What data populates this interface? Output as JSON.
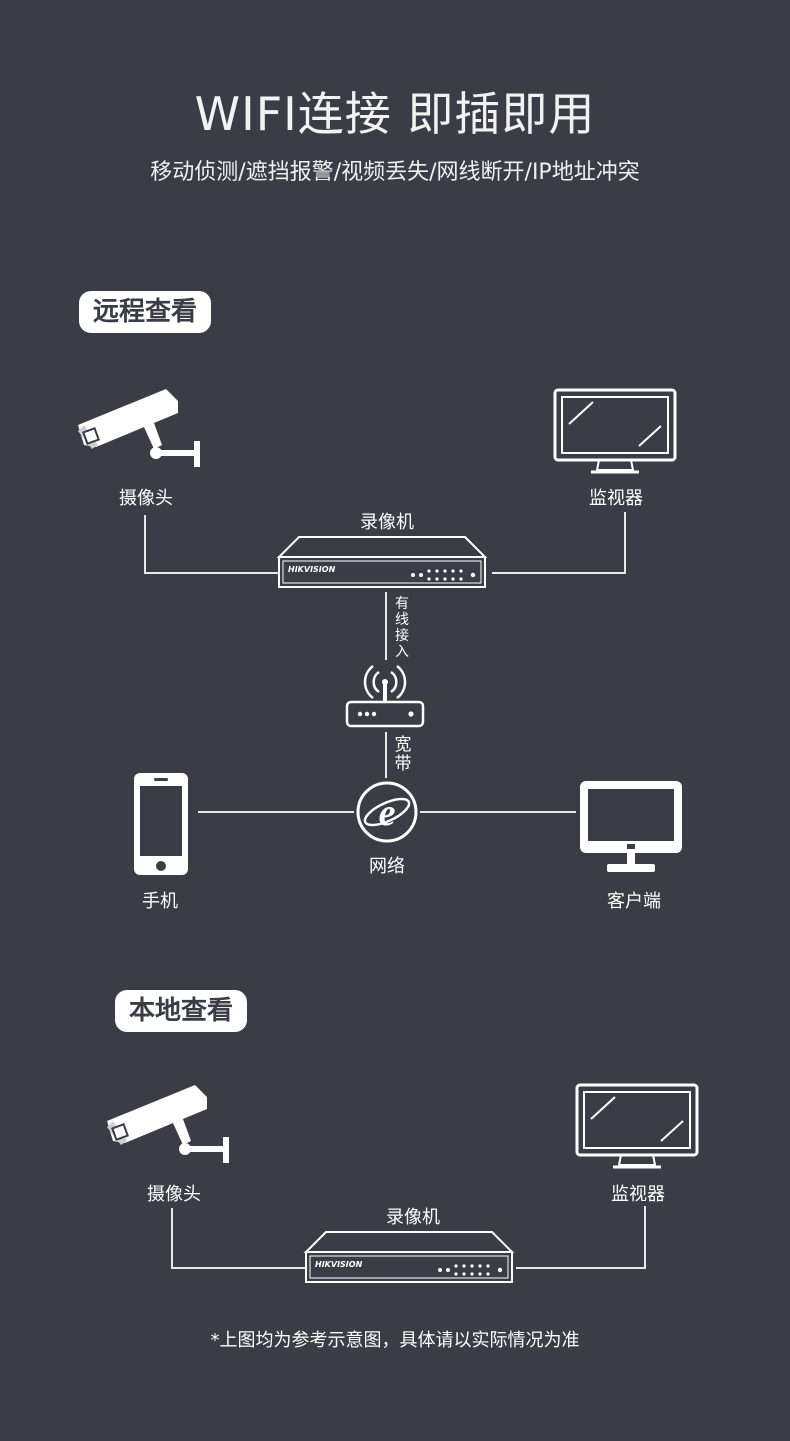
{
  "header": {
    "title": "WIFI连接 即插即用",
    "subtitle": "移动侦测/遮挡报警/视频丢失/网线断开/IP地址冲突"
  },
  "remote": {
    "badge": "远程查看",
    "camera_label": "摄像头",
    "monitor_label": "监视器",
    "nvr_label": "录像机",
    "nvr_brand": "HIKVISION",
    "wired_label": "有线接入",
    "wired_chars": [
      "有",
      "线",
      "接",
      "入"
    ],
    "broadband_chars": [
      "宽",
      "带"
    ],
    "network_label": "网络",
    "phone_label": "手机",
    "client_label": "客户端"
  },
  "local": {
    "badge": "本地查看",
    "camera_label": "摄像头",
    "monitor_label": "监视器",
    "nvr_label": "录像机",
    "nvr_brand": "HIKVISION"
  },
  "footnote": "*上图均为参考示意图，具体请以实际情况为准",
  "colors": {
    "background": "#3b3d46",
    "foreground": "#ffffff",
    "line": "#e8e8e8"
  }
}
